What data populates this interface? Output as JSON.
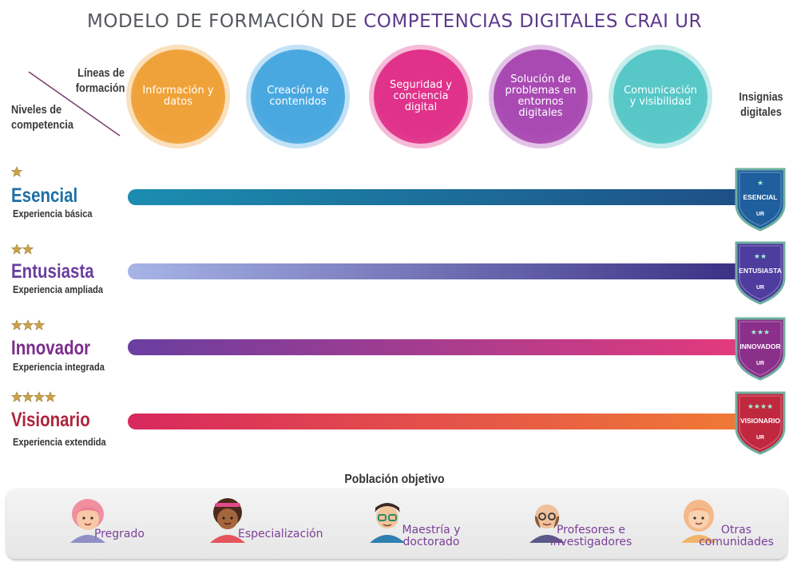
{
  "title": {
    "part1": "MODELO DE FORMACIÓN DE ",
    "part2": "COMPETENCIAS DIGITALES CRAI UR"
  },
  "header": {
    "lines_label": "Líneas de formación",
    "levels_label": "Niveles de competencia",
    "badges_label": "Insignias digitales"
  },
  "lines": [
    {
      "label": "Información y datos",
      "color": "#f0a23a"
    },
    {
      "label": "Creación de contenidos",
      "color": "#4aa8e0"
    },
    {
      "label": "Seguridad y conciencia digital",
      "color": "#e0328a"
    },
    {
      "label": "Solución de problemas en entornos digitales",
      "color": "#a94ab3"
    },
    {
      "label": "Comunicación y visibilidad",
      "color": "#57c7c7"
    }
  ],
  "levels": [
    {
      "name": "Esencial",
      "subtitle": "Experiencia básica",
      "stars": 1,
      "name_color": "#1f6fa6",
      "bar_from": "#1b8db0",
      "bar_to": "#1e4f86",
      "badge_text": "ESENCIAL",
      "badge_color": "#1f5f9e"
    },
    {
      "name": "Entusiasta",
      "subtitle": "Experiencia ampliada",
      "stars": 2,
      "name_color": "#6a3d9e",
      "bar_from": "#a7b4e6",
      "bar_to": "#3a2f84",
      "badge_text": "ENTUSIASTA",
      "badge_color": "#4e3c9e"
    },
    {
      "name": "Innovador",
      "subtitle": "Experiencia integrada",
      "stars": 3,
      "name_color": "#7b2d8b",
      "bar_from": "#6a3ea0",
      "bar_to": "#e53a7c",
      "badge_text": "INNOVADOR",
      "badge_color": "#8a2f8a"
    },
    {
      "name": "Visionario",
      "subtitle": "Experiencia extendida",
      "stars": 4,
      "name_color": "#b0243c",
      "bar_from": "#d8285e",
      "bar_to": "#f07a35",
      "badge_text": "VISIONARIO",
      "badge_color": "#c0283f"
    }
  ],
  "badge_mark": "UR",
  "population": {
    "title": "Población objetivo",
    "groups": [
      {
        "label": "Pregrado",
        "icon": "student-girl-icon"
      },
      {
        "label": "Especialización",
        "icon": "student-curly-icon"
      },
      {
        "label": "Maestría y doctorado",
        "icon": "man-glasses-icon"
      },
      {
        "label": "Profesores e investigadores",
        "icon": "professor-icon"
      },
      {
        "label": "Otras comunidades",
        "icon": "woman-icon"
      }
    ]
  }
}
